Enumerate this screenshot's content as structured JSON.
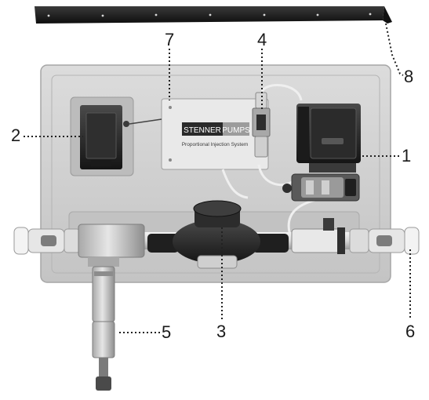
{
  "brand": {
    "name_part1": "STENNER",
    "name_part2": "PUMPS",
    "tagline": "Proportional Injection System"
  },
  "callouts": [
    {
      "id": "1",
      "label": "1"
    },
    {
      "id": "2",
      "label": "2"
    },
    {
      "id": "3",
      "label": "3"
    },
    {
      "id": "4",
      "label": "4"
    },
    {
      "id": "5",
      "label": "5"
    },
    {
      "id": "6",
      "label": "6"
    },
    {
      "id": "7",
      "label": "7"
    },
    {
      "id": "8",
      "label": "8"
    }
  ],
  "colors": {
    "panel": "#cfcfcf",
    "rail": "#222222",
    "callout_text": "#1a1a1a",
    "leader": "#222222"
  }
}
